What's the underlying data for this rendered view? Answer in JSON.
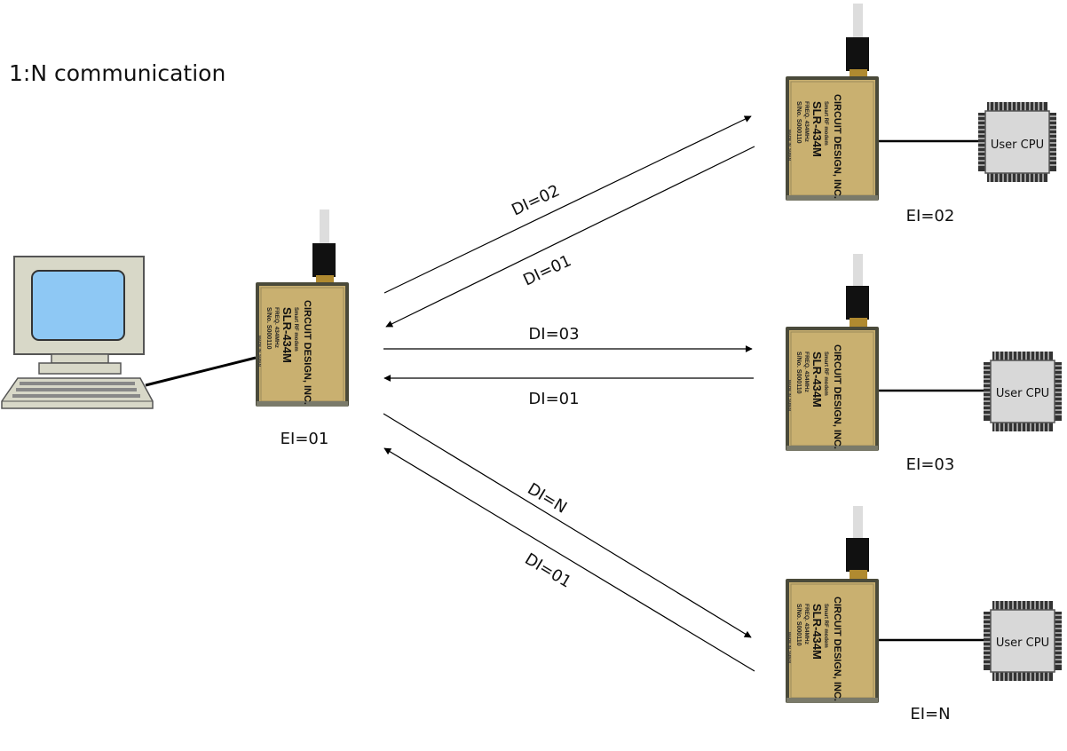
{
  "title": "1:N communication",
  "module": {
    "brand": "CIRCUIT DESIGN, INC.",
    "subtitle": "Smart RF modem",
    "model": "SLR-434M",
    "freq": "FREQ. 434MHz",
    "serial": "S/No. S000110",
    "origin": "MADE IN JAPAN"
  },
  "host": {
    "id_label": "EI=01",
    "icon": "desktop-computer-icon"
  },
  "remotes": [
    {
      "id_label": "EI=02",
      "cpu_label": "User CPU"
    },
    {
      "id_label": "EI=03",
      "cpu_label": "User CPU"
    },
    {
      "id_label": "EI=N",
      "cpu_label": "User CPU"
    }
  ],
  "links": [
    {
      "to_label": "DI=02",
      "back_label": "DI=01"
    },
    {
      "to_label": "DI=03",
      "back_label": "DI=01"
    },
    {
      "to_label": "DI=N",
      "back_label": "DI=01"
    }
  ],
  "colors": {
    "module_gold": "#c9b070",
    "module_border": "#5a5a4a",
    "antenna": "#111111",
    "monitor_body": "#d8d8c8",
    "screen": "#8ec8f4",
    "chip": "#d0d0d0"
  }
}
